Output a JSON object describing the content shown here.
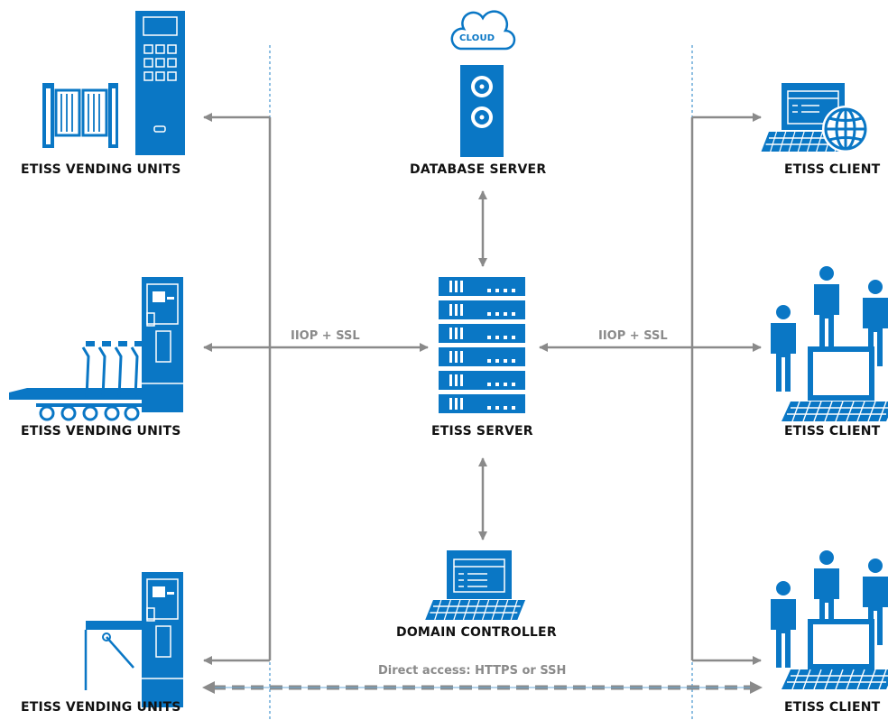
{
  "cloud_label": "CLOUD",
  "nodes": {
    "database_server": "DATABASE SERVER",
    "etiss_server": "ETISS SERVER",
    "domain_controller": "DOMAIN CONTROLLER",
    "vending_top": "ETISS VENDING UNITS",
    "vending_mid": "ETISS VENDING UNITS",
    "vending_bottom": "ETISS VENDING UNITS",
    "client_top": "ETISS CLIENT",
    "client_mid": "ETISS CLIENT",
    "client_bottom": "ETISS CLIENT"
  },
  "connections": {
    "left_protocol": "IIOP + SSL",
    "right_protocol": "IIOP + SSL",
    "direct_access": "Direct access: HTTPS or SSH"
  },
  "colors": {
    "primary": "#0a77c5",
    "line": "#8a8a8a",
    "dashed": "#6aaad8"
  }
}
